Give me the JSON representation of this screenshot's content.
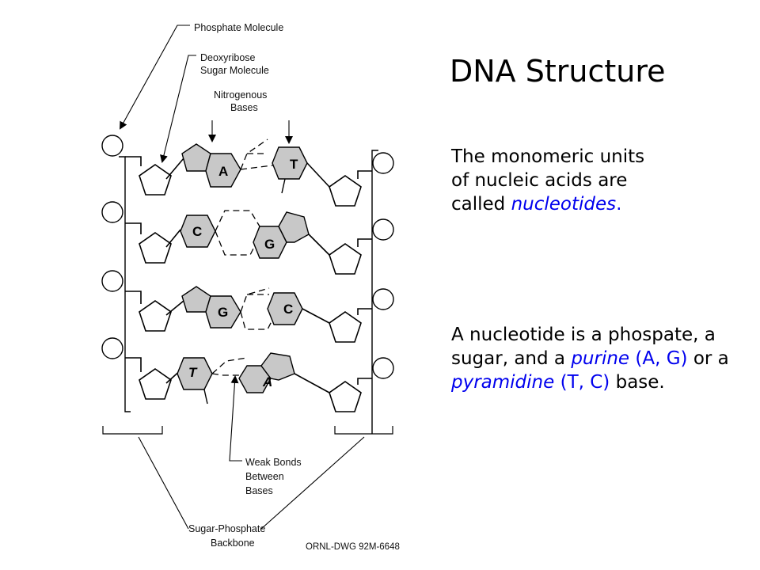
{
  "title": "DNA Structure",
  "para1": {
    "text": "The monomeric units of nucleic acids are called",
    "term": "nucleotides",
    "end": "."
  },
  "para2": {
    "lead": "A nucleotide is a phospate, a sugar, and a",
    "purine": "purine",
    "purine_bases": "(A, G)",
    "or": "or a",
    "pyrimidine": "pyramidine",
    "pyrimidine_bases": "(T, C)",
    "end": "base."
  },
  "diagram": {
    "label_phosphate": "Phosphate Molecule",
    "label_sugar_1": "Deoxyribose",
    "label_sugar_2": "Sugar Molecule",
    "label_bases_1": "Nitrogenous",
    "label_bases_2": "Bases",
    "label_weak_1": "Weak Bonds",
    "label_weak_2": "Between",
    "label_weak_3": "Bases",
    "label_backbone_1": "Sugar-Phosphate",
    "label_backbone_2": "Backbone",
    "credit": "ORNL-DWG 92M-6648",
    "pairs": [
      {
        "left": "A",
        "right": "T"
      },
      {
        "left": "C",
        "right": "G"
      },
      {
        "left": "G",
        "right": "C"
      },
      {
        "left": "T",
        "right": "A"
      }
    ]
  },
  "colors": {
    "accent": "#0000ee",
    "base_fill": "#c8c8c8"
  }
}
